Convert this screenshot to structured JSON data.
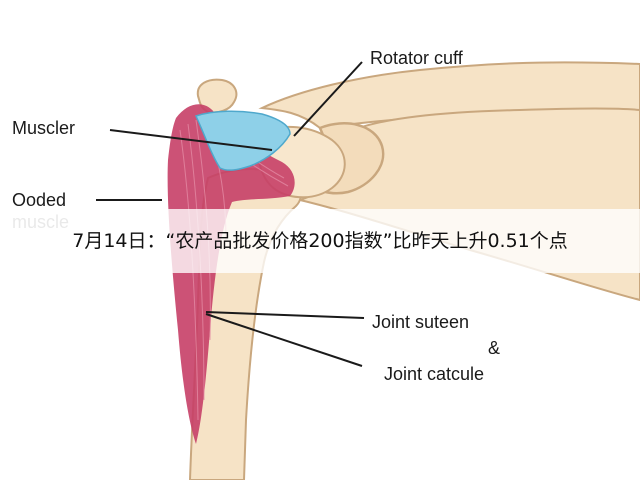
{
  "diagram": {
    "labels": {
      "rotator_cuff": "Rotator cuff",
      "muscler": "Muscler",
      "ooded": "Ooded",
      "muscle": "muscle",
      "joint_suteen": "Joint suteen",
      "ampersand": "&",
      "joint_catcule": "Joint catcule"
    },
    "colors": {
      "bone": "#f6e3c6",
      "bone_outline": "#c9a77e",
      "muscle": "#c63f67",
      "cartilage": "#8ed0e8",
      "leader_line": "#1a1a1a"
    }
  },
  "overlay": {
    "caption": "7月14日：“农产品批发价格200指数”比昨天上升0.51个点"
  }
}
